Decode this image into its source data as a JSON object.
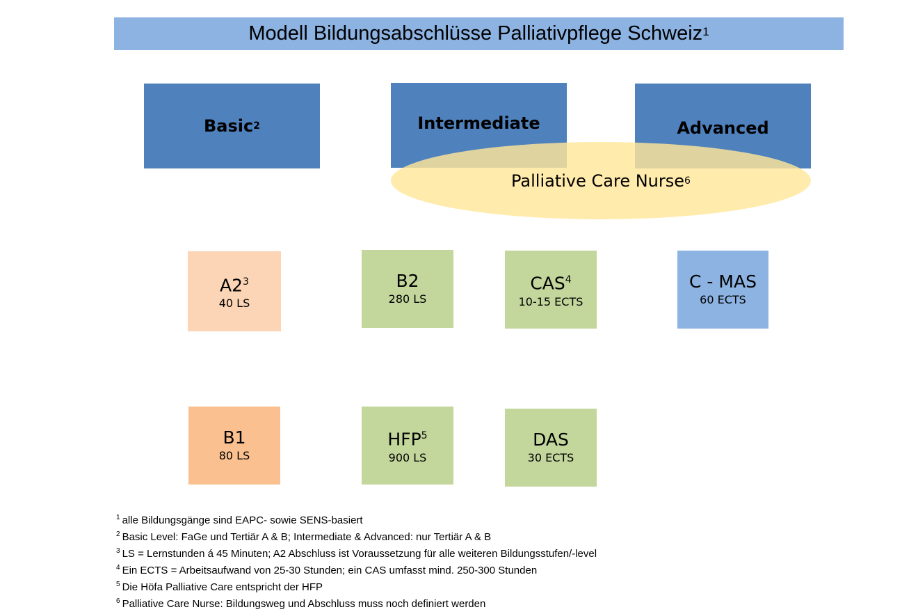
{
  "title": {
    "text": "Modell Bildungsabschlüsse Palliativpflege Schweiz",
    "sup": "1"
  },
  "levels": [
    {
      "label": "Basic",
      "sup": "2"
    },
    {
      "label": "Intermediate",
      "sup": ""
    },
    {
      "label": "Advanced",
      "sup": ""
    }
  ],
  "pcn": {
    "label": "Palliative Care Nurse",
    "sup": "6"
  },
  "boxes": {
    "a2": {
      "name": "A2",
      "sup": "3",
      "sub": "40 LS"
    },
    "b2": {
      "name": "B2",
      "sup": "",
      "sub": "280 LS"
    },
    "cas": {
      "name": "CAS",
      "sup": "4",
      "sub": "10-15 ECTS"
    },
    "cmas": {
      "name": "C - MAS",
      "sup": "",
      "sub": "60 ECTS"
    },
    "b1": {
      "name": "B1",
      "sup": "",
      "sub": "80 LS"
    },
    "hfp": {
      "name": "HFP",
      "sup": "5",
      "sub": "900 LS"
    },
    "das": {
      "name": "DAS",
      "sup": "",
      "sub": "30 ECTS"
    }
  },
  "footnotes": [
    {
      "num": "1",
      "text": "alle Bildungsgänge sind EAPC- sowie SENS-basiert"
    },
    {
      "num": "2",
      "text": "Basic Level: FaGe und Tertiär A & B; Intermediate & Advanced: nur Tertiär A & B"
    },
    {
      "num": "3",
      "text": "LS = Lernstunden á 45 Minuten; A2 Abschluss ist Voraussetzung für alle weiteren Bildungsstufen/-level"
    },
    {
      "num": "4",
      "text": "Ein ECTS = Arbeitsaufwand von 25-30 Stunden; ein CAS umfasst mind. 250-300 Stunden"
    },
    {
      "num": "5",
      "text": "Die Höfa Palliative Care entspricht der HFP"
    },
    {
      "num": "6",
      "text": "Palliative Care Nurse: Bildungsweg und Abschluss muss noch definiert werden"
    }
  ],
  "colors": {
    "title_bg": "#8db3e2",
    "level_bg": "#4f81bd",
    "ellipse_bg": "#ffe699",
    "peach": "#fbd5b5",
    "orange": "#fac090",
    "green": "#c3d69b",
    "blue": "#8db3e2"
  }
}
